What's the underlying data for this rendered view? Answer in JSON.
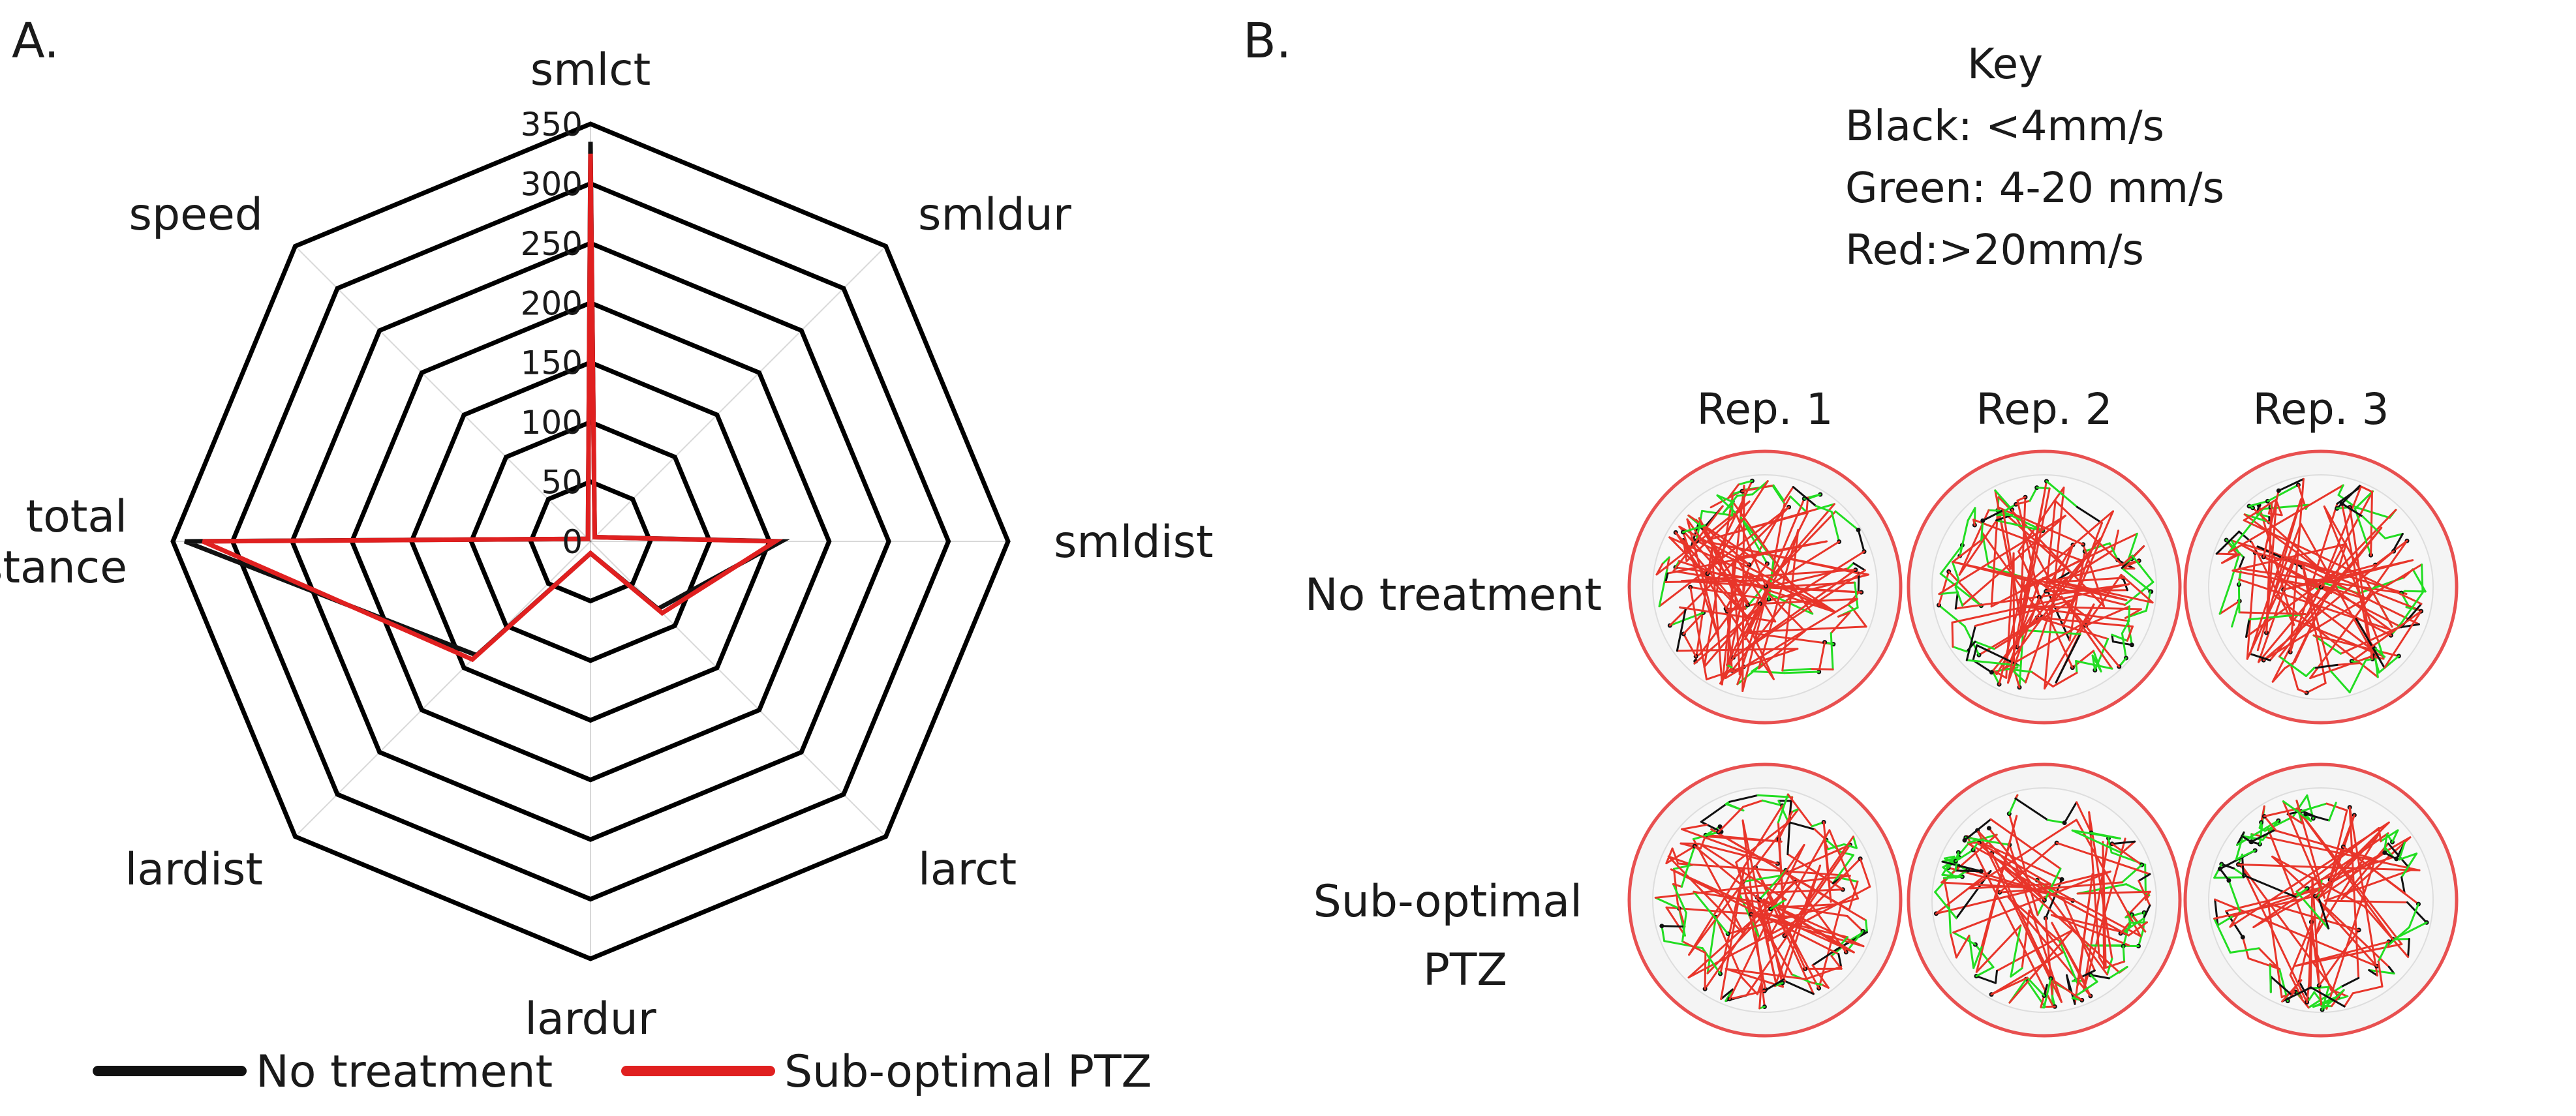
{
  "panelA": {
    "letter": "A."
  },
  "panelB": {
    "letter": "B.",
    "key": {
      "title": "Key",
      "lines": [
        "Black: <4mm/s",
        "Green: 4-20 mm/s",
        "Red:>20mm/s"
      ]
    },
    "reps": [
      "Rep. 1",
      "Rep. 2",
      "Rep. 3"
    ],
    "rows": [
      {
        "lines": [
          "No treatment"
        ]
      },
      {
        "lines": [
          "Sub-optimal",
          "PTZ"
        ]
      }
    ],
    "colors": {
      "slow": "#111111",
      "medium": "#22dd22",
      "fast": "#e8352a",
      "arena": "#e85050",
      "arena_fill": "#f4f4f4"
    }
  },
  "chart_data": {
    "type": "radar",
    "axes": [
      "smlct",
      "smldur",
      "smldist",
      "larct",
      "lardur",
      "lardist",
      "total distance",
      "speed"
    ],
    "ticks": [
      0,
      50,
      100,
      150,
      200,
      250,
      300,
      350
    ],
    "range": [
      0,
      350
    ],
    "series": [
      {
        "name": "No treatment",
        "color": "#111111",
        "values": [
          335,
          5,
          160,
          80,
          10,
          135,
          340,
          3
        ]
      },
      {
        "name": "Sub-optimal PTZ",
        "color": "#e02020",
        "values": [
          325,
          5,
          155,
          85,
          10,
          140,
          325,
          3
        ]
      }
    ]
  }
}
